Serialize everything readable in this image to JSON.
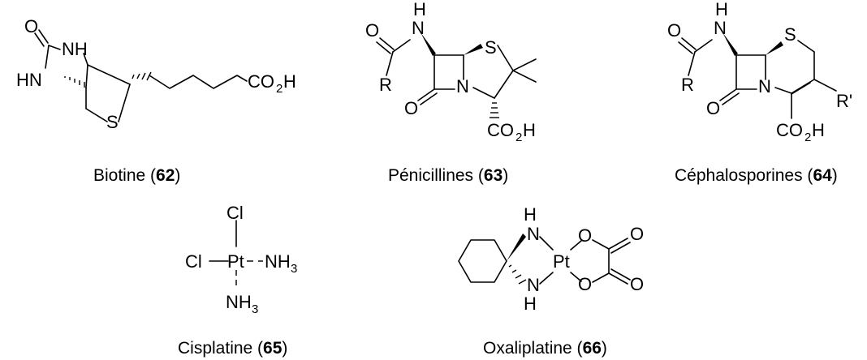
{
  "structures": {
    "biotine": {
      "caption_name": "Biotine (",
      "caption_number": "62",
      "caption_close": ")",
      "atoms": {
        "O": "O",
        "NH_top": "NH",
        "HN": "HN",
        "S": "S",
        "CO": "CO",
        "two": "2",
        "H": "H"
      }
    },
    "penicillines": {
      "caption_name": "Pénicillines (",
      "caption_number": "63",
      "caption_close": ")",
      "atoms": {
        "O_amide": "O",
        "H": "H",
        "N_amide": "N",
        "R": "R",
        "S": "S",
        "O_lactam": "O",
        "N_ring": "N",
        "CO": "CO",
        "two": "2",
        "H2": "H"
      }
    },
    "cephalosporines": {
      "caption_name": "Céphalosporines (",
      "caption_number": "64",
      "caption_close": ")",
      "atoms": {
        "O_amide": "O",
        "H": "H",
        "N_amide": "N",
        "R": "R",
        "S": "S",
        "O_lactam": "O",
        "N_ring": "N",
        "R_prime": "R'",
        "CO": "CO",
        "two": "2",
        "H2": "H"
      }
    },
    "cisplatine": {
      "caption_name": "Cisplatine (",
      "caption_number": "65",
      "caption_close": ")",
      "atoms": {
        "Cl_top": "Cl",
        "Cl_left": "Cl",
        "Pt": "Pt",
        "NH": "NH",
        "three": "3",
        "NH_bottom": "NH",
        "three_bottom": "3"
      }
    },
    "oxaliplatine": {
      "caption_name": "Oxaliplatine (",
      "caption_number": "66",
      "caption_close": ")",
      "atoms": {
        "H_top": "H",
        "N_top": "N",
        "N_bottom": "N",
        "H_bottom": "H",
        "Pt": "Pt",
        "O_top": "O",
        "O_bottom": "O",
        "O_carbonyl_top": "O",
        "O_carbonyl_bottom": "O"
      }
    }
  }
}
